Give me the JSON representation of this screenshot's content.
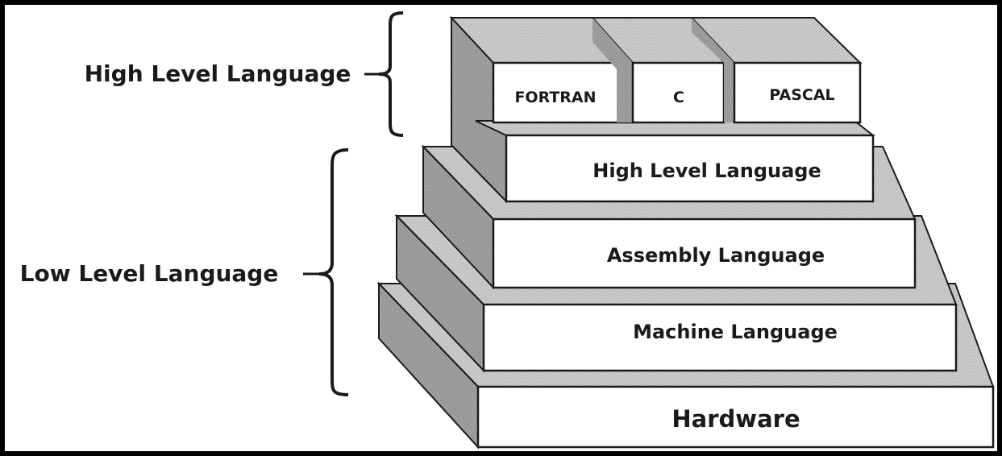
{
  "diagram": {
    "side_labels": {
      "high": "High Level Language",
      "low": "Low Level Language"
    },
    "layers": [
      {
        "label": "Hardware"
      },
      {
        "label": "Machine Language"
      },
      {
        "label": "Assembly Language"
      },
      {
        "label": "High Level Language"
      }
    ],
    "language_blocks": [
      {
        "label": "FORTRAN"
      },
      {
        "label": "C"
      },
      {
        "label": "PASCAL"
      }
    ]
  },
  "colors": {
    "background": "#ffffff",
    "frame": "#000000",
    "face": "#ffffff",
    "side_shade": "#9a9a9a",
    "top_shade": "#c8c8c8",
    "outline": "#1a1a1a"
  }
}
